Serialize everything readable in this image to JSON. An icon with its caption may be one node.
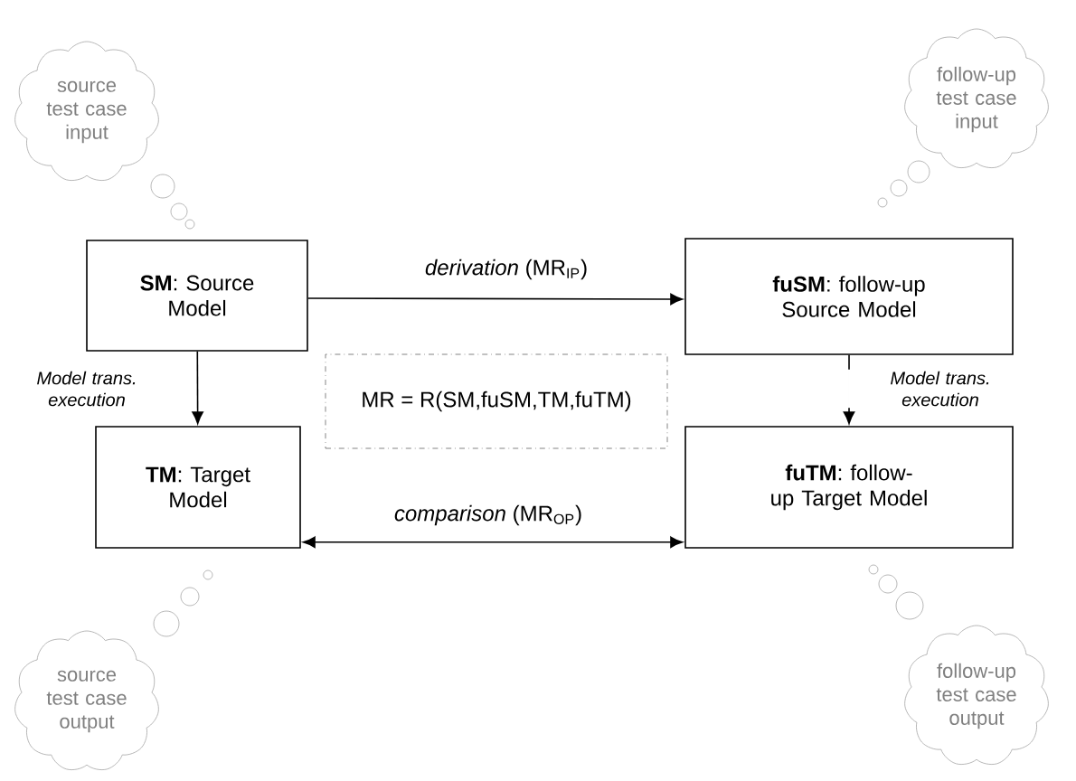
{
  "diagram": {
    "nodes": [
      {
        "text": [
          "**SM**: Source Model"
        ]
      },
      {
        "text": [
          "**fuSM**: follow-up Source Model"
        ]
      },
      {
        "text": [
          "**TM**: Target Model"
        ]
      },
      {
        "text": [
          "**fuTM**: follow-up Target Model"
        ]
      },
      {
        "text": [
          "MR = R(SM,fuSM,TM,fuTM)"
        ]
      },
      {
        "text": [
          "source test case input"
        ]
      },
      {
        "text": [
          "follow-up test case input"
        ]
      },
      {
        "text": [
          "source test case output"
        ]
      },
      {
        "text": [
          "follow-up test case output"
        ]
      }
    ],
    "edges": [
      {
        "from": 0,
        "to": 1,
        "arrow": "to",
        "label": "*derivation* (MR$_{IP}$)"
      },
      {
        "from": 0,
        "to": 2,
        "arrow": "to",
        "label": "Model trans. execution"
      },
      {
        "from": 1,
        "to": 3,
        "arrow": "to",
        "label": "Model trans. execution"
      },
      {
        "from": 2,
        "to": 3,
        "arrow": "both",
        "label": "*comparison* (MR$_{OP}$)"
      }
    ]
  }
}
